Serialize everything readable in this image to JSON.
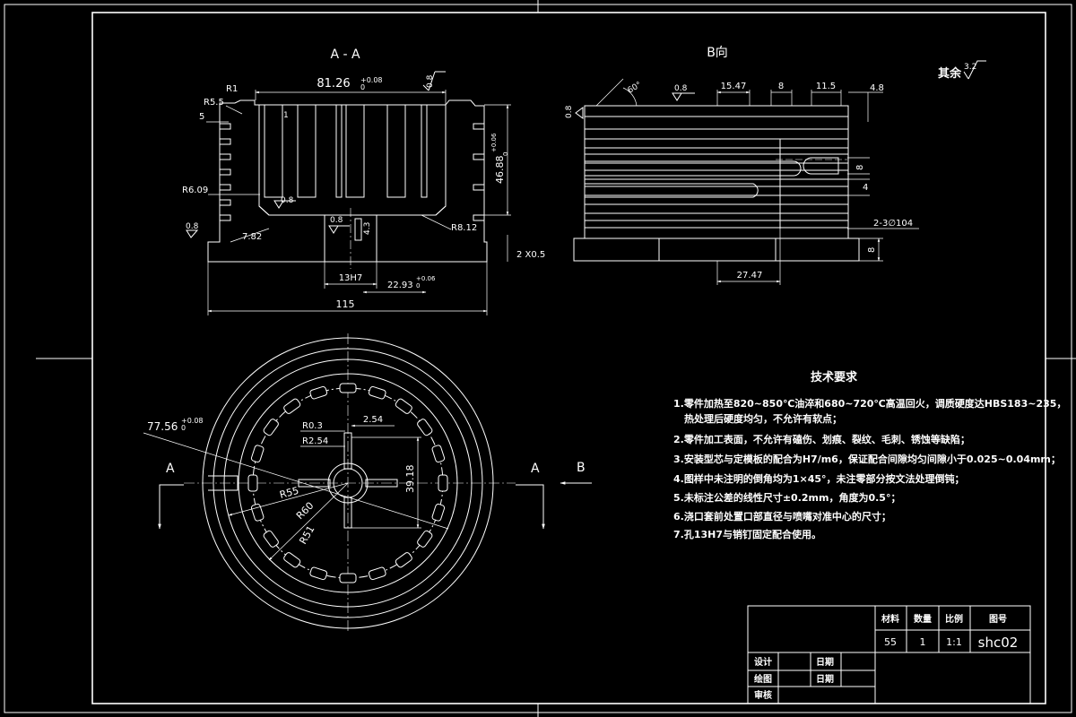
{
  "views": {
    "section_aa": "A - A",
    "view_b": "B向",
    "other_roughness_label": "其余",
    "other_roughness_value": "3.2"
  },
  "dims_section": {
    "d81_26": "81.26",
    "d81_26_tol": "+0.08",
    "d81_26_tol0": "0",
    "ra_top": "0.8",
    "r1": "R1",
    "r5_5": "R5.5",
    "d5": "5",
    "d1": "1",
    "r6_09": "R6.09",
    "ra_inner": "0.8",
    "ra_left": "0.8",
    "d7_82": "7.82",
    "ra_bottom": "0.8",
    "d4_3": "4.3",
    "r8_12": "R8.12",
    "d46_88": "46.88",
    "d46_88_tol": "+0.06",
    "d46_88_tol0": "0",
    "chamfer": "2 X0.5",
    "d13h7": "13H7",
    "d22_93": "22.93",
    "d22_93_tol": "+0.06",
    "d22_93_tol0": "0",
    "d115": "115"
  },
  "dims_b": {
    "ra_left": "0.8",
    "angle": "60°",
    "ra_top": "0.8",
    "d15_47": "15.47",
    "d8": "8",
    "d11_5": "11.5",
    "d4_8": "4.8",
    "d8_right": "8",
    "d4_right": "4",
    "holes": "2-3∅104",
    "d8_bottom": "8",
    "d27_47": "27.47"
  },
  "dims_plan": {
    "d77_56": "77.56",
    "d77_56_tol": "+0.08",
    "d77_56_tol0": "0",
    "r0_3": "R0.3",
    "r2_54": "R2.54",
    "d2_54": "2.54",
    "d39_18": "39.18",
    "r55": "R55",
    "r60": "R60",
    "r51": "R51",
    "a_left": "A",
    "a_right": "A",
    "b_arrow": "B"
  },
  "tech_requirements": {
    "title": "技术要求",
    "items": [
      "1.零件加热至820~850℃油淬和680~720℃高温回火，调质硬度达HBS183~235，",
      "热处理后硬度均匀，不允许有软点；",
      "2.零件加工表面，不允许有磕伤、划痕、裂纹、毛刺、锈蚀等缺陷；",
      "3.安装型芯与定模板的配合为H7/m6，保证配合间隙均匀间隙小于0.025~0.04mm；",
      "4.图样中未注明的倒角均为1×45°，未注零部分按文法处理倒钝；",
      "5.未标注公差的线性尺寸±0.2mm，角度为0.5°；",
      "6.浇口套前处置口部直径与喷嘴对准中心的尺寸；",
      "7.孔13H7与销钉固定配合使用。"
    ]
  },
  "title_block": {
    "material_label": "材料",
    "qty_label": "数量",
    "scale_label": "比例",
    "drawing_no_label": "图号",
    "material": "55",
    "qty": "1",
    "scale": "1:1",
    "drawing_no": "shc02",
    "design_label": "设计",
    "draw_label": "绘图",
    "review_label": "审核",
    "date_label1": "日期",
    "date_label2": "日期"
  }
}
